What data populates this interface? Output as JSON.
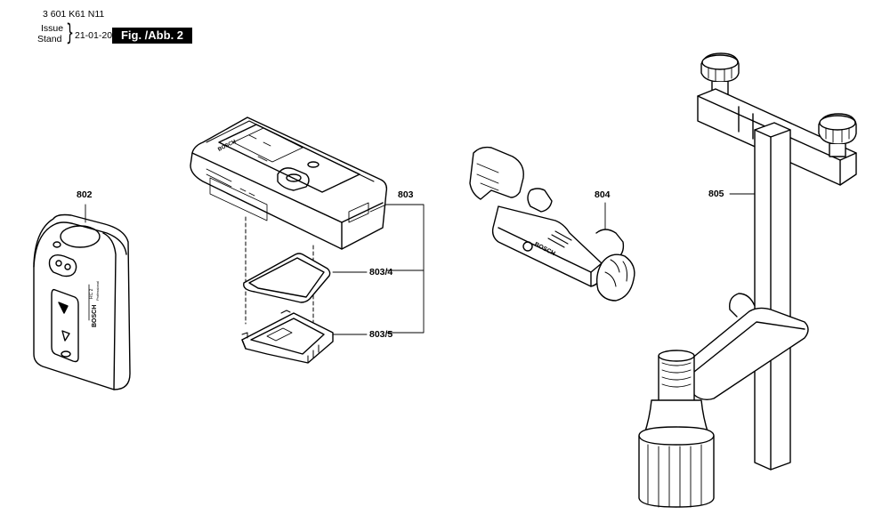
{
  "header": {
    "part_number": "3 601 K61 N11",
    "issue_label": "Issue",
    "stand_label": "Stand",
    "brace": "}",
    "date": "21-01-20",
    "figure_label": "Fig. /Abb. 2"
  },
  "callouts": {
    "c802": "802",
    "c803": "803",
    "c803_4": "803/4",
    "c803_5": "803/5",
    "c804": "804",
    "c805": "805"
  },
  "product_text": {
    "brand": "BOSCH",
    "remote_model": "RC 2",
    "remote_line": "Professional"
  }
}
